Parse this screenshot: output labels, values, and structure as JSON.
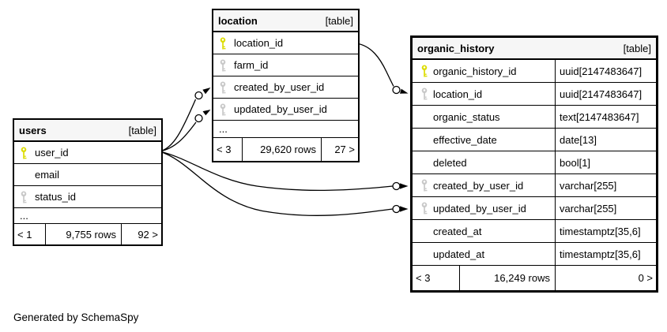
{
  "diagram": {
    "credit": "Generated by SchemaSpy"
  },
  "colors": {
    "primary_key": "#dcdc00",
    "foreign_key": "#c8c8c8",
    "border": "#000000",
    "header_bg": "#f6f6f6"
  },
  "tables": {
    "location": {
      "name": "location",
      "type_badge": "[table]",
      "columns": [
        {
          "name": "location_id",
          "key": "primary"
        },
        {
          "name": "farm_id",
          "key": "foreign"
        },
        {
          "name": "created_by_user_id",
          "key": "foreign"
        },
        {
          "name": "updated_by_user_id",
          "key": "foreign"
        },
        {
          "name": "..."
        }
      ],
      "footer": {
        "parents": "< 3",
        "rows": "29,620 rows",
        "children": "27 >"
      }
    },
    "users": {
      "name": "users",
      "type_badge": "[table]",
      "columns": [
        {
          "name": "user_id",
          "key": "primary"
        },
        {
          "name": "email"
        },
        {
          "name": "status_id",
          "key": "foreign"
        },
        {
          "name": "..."
        }
      ],
      "footer": {
        "parents": "< 1",
        "rows": "9,755 rows",
        "children": "92 >"
      }
    },
    "organic_history": {
      "name": "organic_history",
      "type_badge": "[table]",
      "columns": [
        {
          "name": "organic_history_id",
          "type": "uuid[2147483647]",
          "key": "primary"
        },
        {
          "name": "location_id",
          "type": "uuid[2147483647]",
          "key": "foreign"
        },
        {
          "name": "organic_status",
          "type": "text[2147483647]"
        },
        {
          "name": "effective_date",
          "type": "date[13]"
        },
        {
          "name": "deleted",
          "type": "bool[1]"
        },
        {
          "name": "created_by_user_id",
          "type": "varchar[255]",
          "key": "foreign"
        },
        {
          "name": "updated_by_user_id",
          "type": "varchar[255]",
          "key": "foreign"
        },
        {
          "name": "created_at",
          "type": "timestamptz[35,6]"
        },
        {
          "name": "updated_at",
          "type": "timestamptz[35,6]"
        }
      ],
      "footer": {
        "parents": "< 3",
        "rows": "16,249 rows",
        "children": "0 >"
      }
    }
  },
  "relationships": [
    {
      "from": "users.user_id",
      "to": "location.created_by_user_id"
    },
    {
      "from": "users.user_id",
      "to": "location.updated_by_user_id"
    },
    {
      "from": "users.user_id",
      "to": "organic_history.created_by_user_id"
    },
    {
      "from": "users.user_id",
      "to": "organic_history.updated_by_user_id"
    },
    {
      "from": "location.location_id",
      "to": "organic_history.location_id"
    }
  ]
}
